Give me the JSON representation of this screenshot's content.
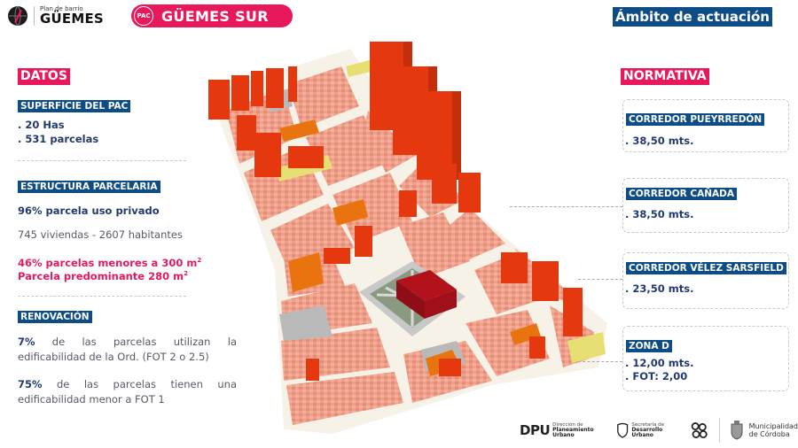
{
  "header": {
    "logo": {
      "small": "Plan de barrio",
      "big": "GÜEMES",
      "icon": "globe-icon"
    },
    "pac_badge": "PAC",
    "title": "GÜEMES SUR",
    "section_title": "Ámbito de actuación"
  },
  "datos": {
    "title": "DATOS",
    "superficie": {
      "label": "SUPERFICIE DEL PAC",
      "items": [
        ". 20 Has",
        ". 531 parcelas"
      ]
    },
    "estructura": {
      "label": "ESTRUCTURA PARCELARIA",
      "uso_privado": "96% parcela uso privado",
      "viviendas": "745 viviendas - 2607 habitantes",
      "menores": "46% parcelas menores a 300 m",
      "predominante": "Parcela predominante 280 m",
      "sup": "2"
    },
    "renovacion": {
      "label": "RENOVACIÓN",
      "p1_pct": "7%",
      "p1_text": " de las parcelas utilizan la edificabilidad de la Ord. (FOT 2 o 2.5)",
      "p2_pct": "75%",
      "p2_text": " de las parcelas tienen una edificabilidad menor a FOT 1"
    }
  },
  "normativa": {
    "title": "NORMATIVA",
    "boxes": [
      {
        "label": "CORREDOR PUEYRREDÓN",
        "lines": [
          ". 38,50 mts."
        ]
      },
      {
        "label": "CORREDOR CAÑADA",
        "lines": [
          ". 38,50 mts."
        ]
      },
      {
        "label": "CORREDOR VÉLEZ SARSFIELD",
        "lines": [
          ". 23,50 mts."
        ]
      },
      {
        "label": "ZONA D",
        "lines": [
          ". 12,00 mts.",
          ". FOT: 2,00"
        ]
      }
    ]
  },
  "map": {
    "colors": {
      "low": "#f0a08a",
      "mid": "#e8730f",
      "high": "#e5380e",
      "plaza_building": "#b3121c",
      "public": "#e8df74",
      "plaza": "#8a9a80",
      "empty": "#b9b9b9",
      "street": "#f7f2e8"
    }
  },
  "footer": {
    "dpu": "DPU",
    "dpu_sub1": "Dirección de",
    "dpu_sub2": "Planeamiento Urbano",
    "secretaria1": "Secretaría de",
    "secretaria2": "Desarrollo Urbano",
    "muni1": "Municipalidad",
    "muni2": "de Córdoba"
  },
  "colors": {
    "pink": "#e8195a",
    "blue": "#0e4c85",
    "dark_text": "#223a6e"
  }
}
